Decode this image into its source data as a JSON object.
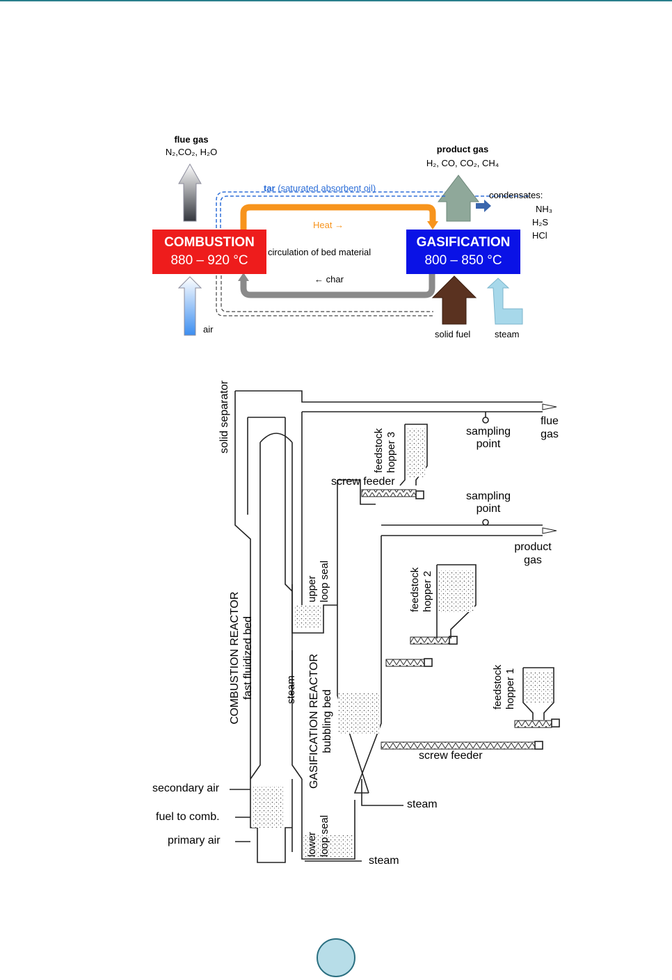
{
  "top_diagram": {
    "flue_gas": {
      "title": "flue gas",
      "formula": "N₂,CO₂, H₂O"
    },
    "product_gas": {
      "title": "product gas",
      "formula": "H₂, CO, CO₂, CH₄"
    },
    "tar_word": "tar",
    "tar_note": "(saturated absorbent oil)",
    "condensates": {
      "title": "condensates:",
      "items": [
        "NH₃",
        "H₂S",
        "HCl"
      ]
    },
    "combustion": {
      "name": "COMBUSTION",
      "temp": "880 – 920 °C",
      "color": "#ee1c1c"
    },
    "gasification": {
      "name": "GASIFICATION",
      "temp": "800 – 850 °C",
      "color": "#0a12e6"
    },
    "heat_label": "Heat →",
    "circulation_label": "circulation of  bed material",
    "char_label": "← char",
    "air_label": "air",
    "solid_fuel_label": "solid fuel",
    "steam_label": "steam",
    "colors": {
      "heat": "#f7941d",
      "tar": "#2e6fd8",
      "char": "#999999"
    }
  },
  "bottom_diagram": {
    "solid_separator": "solid separator",
    "sampling_point_1": [
      "sampling",
      "point"
    ],
    "sampling_point_2": [
      "sampling",
      "point"
    ],
    "flue_gas": [
      "flue",
      "gas"
    ],
    "product_gas": [
      "product",
      "gas"
    ],
    "feedstock_hopper_3": [
      "feedstock",
      "hopper 3"
    ],
    "feedstock_hopper_2": [
      "feedstock",
      "hopper 2"
    ],
    "feedstock_hopper_1": [
      "feedstock",
      "hopper 1"
    ],
    "screw_feeder_top": "screw feeder",
    "screw_feeder_bottom": "screw feeder",
    "upper_loop_seal": [
      "upper",
      "loop seal"
    ],
    "lower_loop_seal": [
      "lower",
      "loop seal"
    ],
    "combustion_reactor": [
      "COMBUSTION REACTOR",
      "fast fluidized bed"
    ],
    "gasification_reactor": [
      "GASIFICATION REACTOR",
      "bubbling bed"
    ],
    "steam_mid": "steam",
    "steam_right": "steam",
    "steam_bottom": "steam",
    "secondary_air": "secondary air",
    "fuel_to_comb": "fuel to comb.",
    "primary_air": "primary air"
  }
}
